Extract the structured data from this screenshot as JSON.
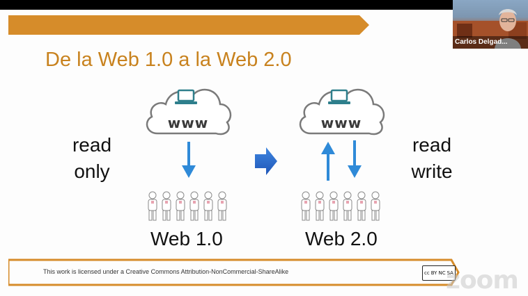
{
  "slide": {
    "title": "De la Web 1.0 a la Web 2.0",
    "left_label_line1": "read",
    "left_label_line2": "only",
    "right_label_line1": "read",
    "right_label_line2": "write",
    "cloud_text_left": "www",
    "cloud_text_right": "www",
    "web1_label": "Web 1.0",
    "web2_label": "Web 2.0",
    "footer_text": "This work is licensed under a Creative Commons Attribution-NonCommercial-ShareAlike",
    "accent_color": "#d68c2a"
  },
  "cc_badge": {
    "cc": "cc",
    "by": "BY",
    "nc": "NC",
    "sa": "SA"
  },
  "video": {
    "participant_name": "Carlos Delgad..."
  },
  "watermark": {
    "text": "zoom"
  }
}
